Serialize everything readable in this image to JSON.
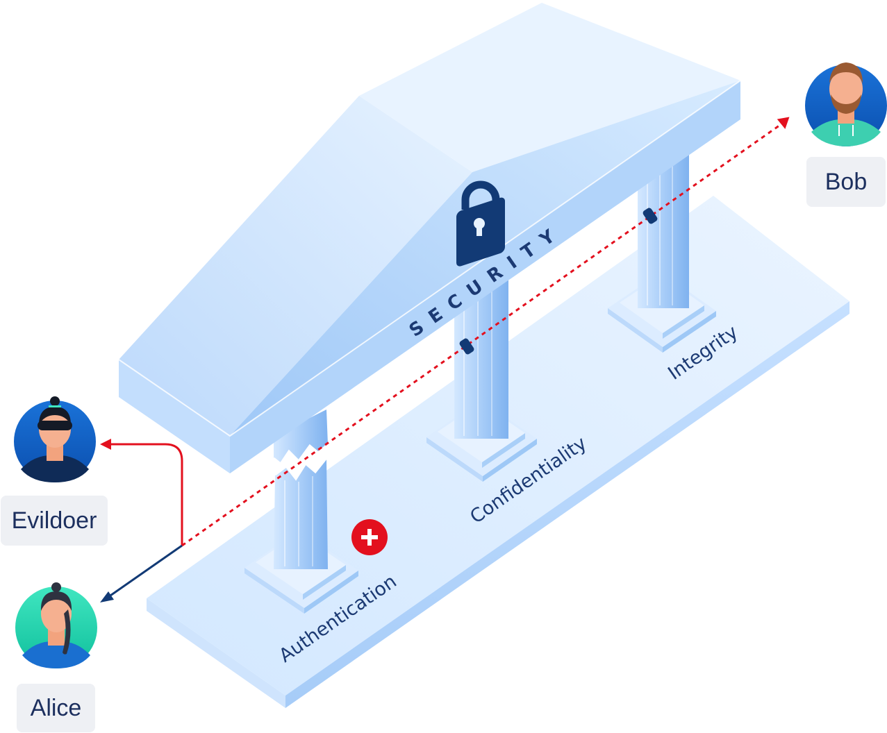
{
  "diagram": {
    "roof_label": "SECURITY",
    "pillars": [
      {
        "label": "Authentication",
        "state": "broken"
      },
      {
        "label": "Confidentiality",
        "state": "intact"
      },
      {
        "label": "Integrity",
        "state": "intact"
      }
    ],
    "actors": {
      "bob": "Bob",
      "evildoer": "Evildoer",
      "alice": "Alice"
    },
    "icons": [
      "lock-icon",
      "error-badge-icon"
    ],
    "colors": {
      "attack_line": "#e3101e",
      "legit_line": "#123a75",
      "structure_light": "#e6f1ff",
      "structure_mid": "#b9d7fb",
      "structure_dark": "#8fbcf3",
      "label_text": "#1c3a73",
      "error_badge": "#e3101e",
      "tag_background": "#eef0f4"
    }
  }
}
